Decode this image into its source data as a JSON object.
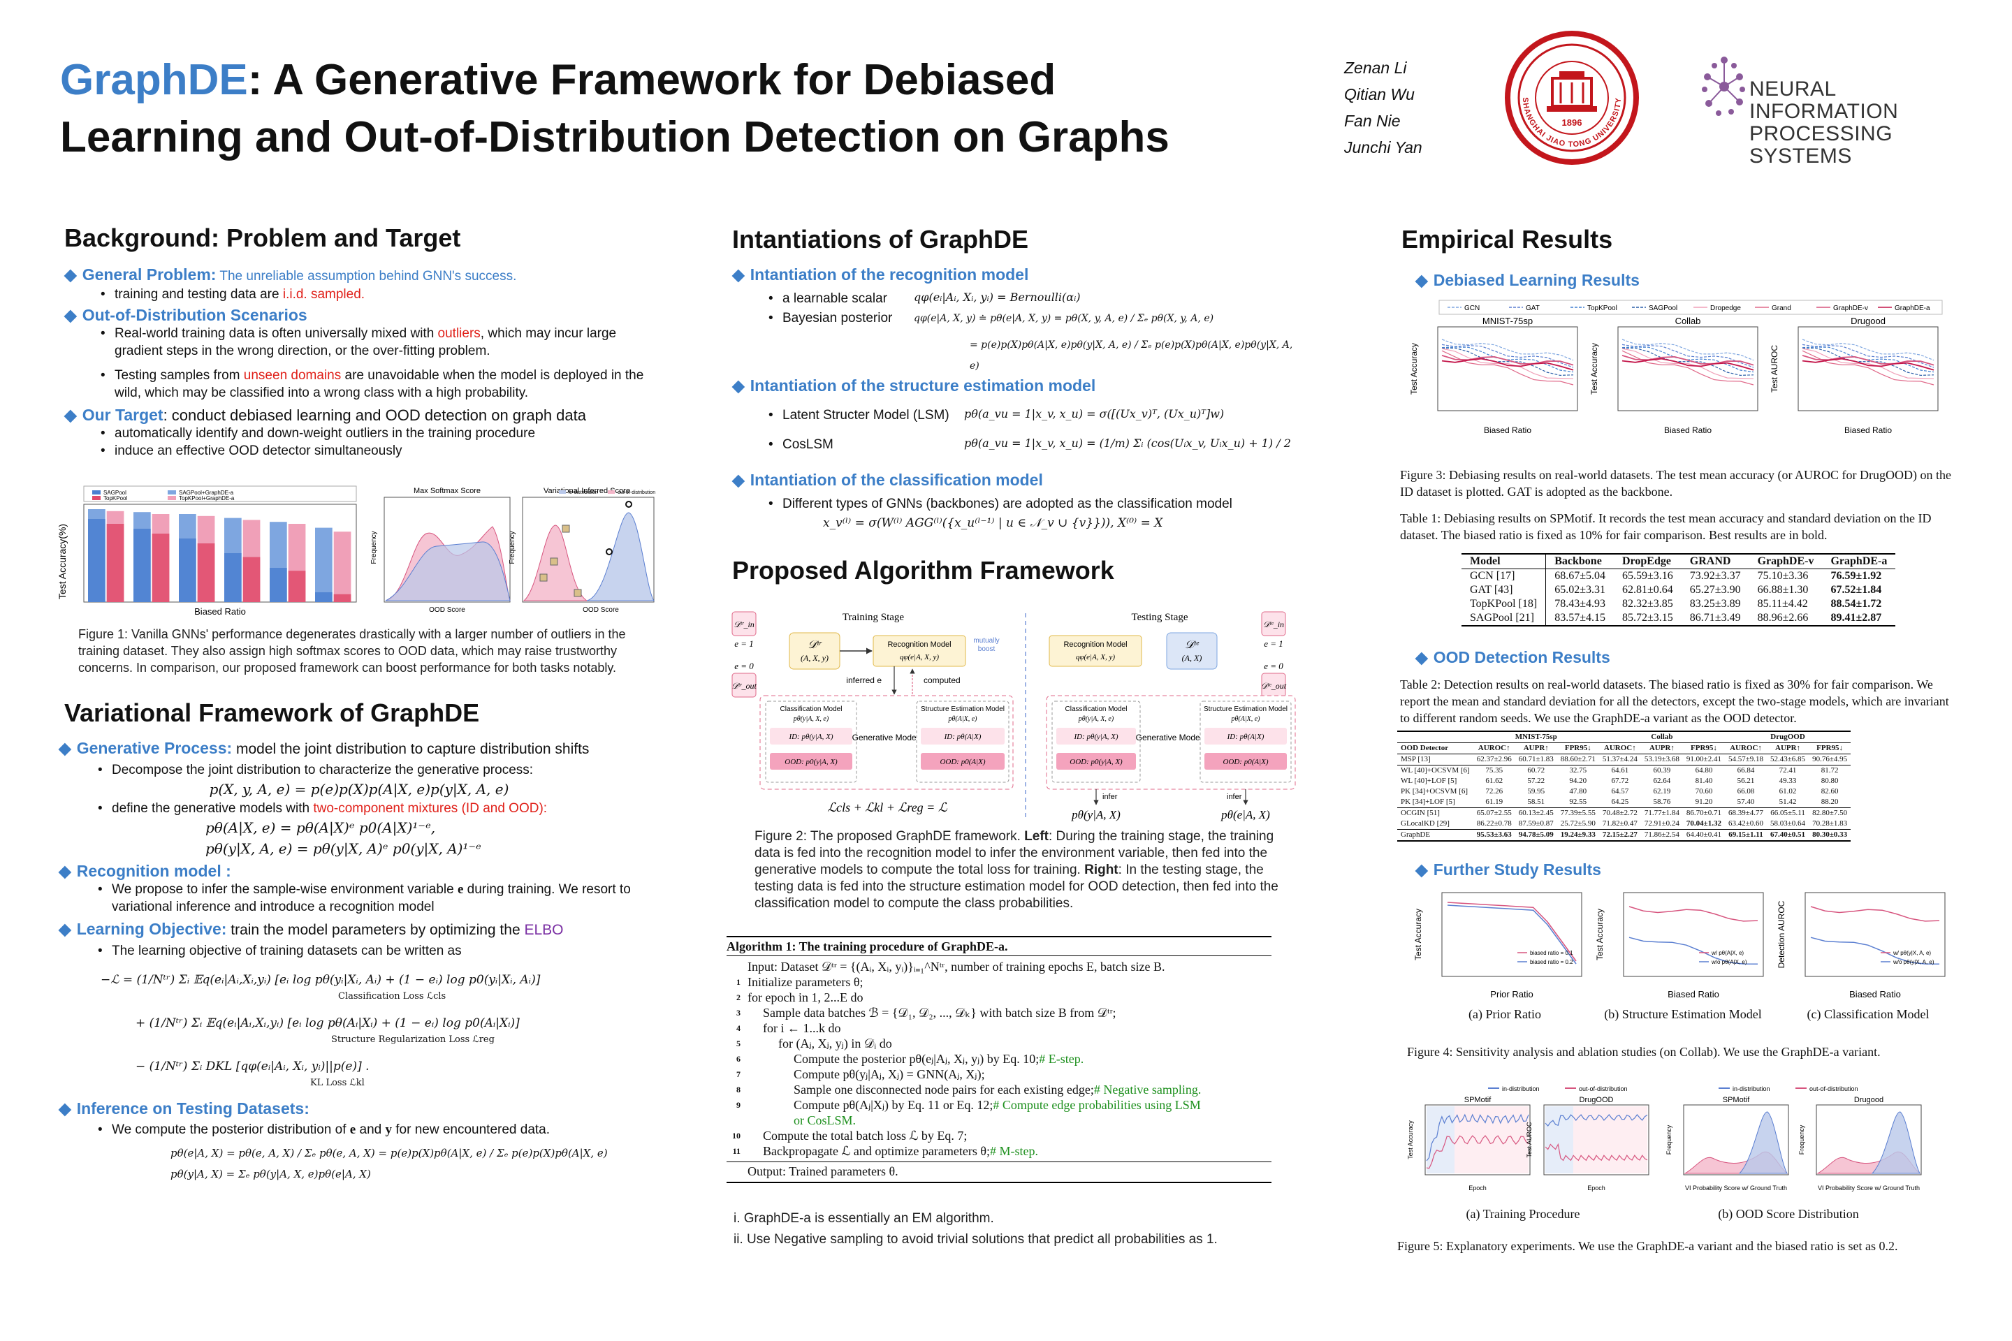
{
  "header": {
    "title_accent": "GraphDE",
    "title_rest": ": A Generative Framework for Debiased",
    "title_line2": "Learning and Out-of-Distribution Detection on Graphs",
    "authors": [
      "Zenan Li",
      "Qitian Wu",
      "Fan Nie",
      "Junchi Yan"
    ],
    "sjtu_text": "SHANGHAI JIAO TONG UNIVERSITY",
    "sjtu_year": "1896",
    "neurips_line1": "NEURAL INFORMATION",
    "neurips_line2": "PROCESSING SYSTEMS"
  },
  "col1": {
    "bg_title": "Background: Problem and Target",
    "gp_label": "General Problem:",
    "gp_text": " The unreliable assumption behind GNN's success.",
    "gp_b1a": "training and testing data are ",
    "gp_b1b": "i.i.d. sampled.",
    "ood_label": "Out-of-Distribution Scenarios",
    "ood_b1a": "Real-world training data is often universally mixed with ",
    "ood_b1b": "outliers",
    "ood_b1c": ", which may incur large gradient steps in the wrong direction, or the over-fitting problem.",
    "ood_b2a": "Testing samples from ",
    "ood_b2b": "unseen domains",
    "ood_b2c": " are unavoidable when the model is deployed in the wild, which may be classified into a wrong class with a high probability.",
    "target_label": "Our Target",
    "target_text": ": conduct debiased learning and OOD detection on graph data",
    "target_b1": "automatically identify and down-weight outliers in the training procedure",
    "target_b2": "induce an effective OOD detector simultaneously",
    "fig1_caption": "Figure 1: Vanilla GNNs' performance degenerates drastically with a larger number of outliers in the training dataset. They also assign high softmax scores to OOD data, which may raise trustworthy concerns. In comparison, our proposed framework can boost performance for both tasks notably.",
    "fig1_ylabel": "Test Accuracy(%)",
    "fig1_xlabel": "Biased Ratio",
    "fig1_mid_title": "Max Softmax Score",
    "fig1_right_title": "Variational Inferred Score",
    "fig1_freq": "Frequency",
    "fig1_ood_mid": "OOD Score",
    "fig1_ood_right": "OOD Score",
    "fig1_legend": [
      "SAGPool",
      "SAGPool+GraphDE-a",
      "TopKPool",
      "TopKPool+GraphDE-a"
    ],
    "fig1_legend2": [
      "in-distribution",
      "out-of-distribution"
    ],
    "vf_title": "Variational Framework of GraphDE",
    "gen_label": "Generative Process:",
    "gen_text": " model the joint distribution to capture distribution shifts",
    "gen_b1": "Decompose the joint distribution to characterize the generative process:",
    "gen_eq1": "p(X, y, A, e) = p(e)p(X)p(A|X, e)p(y|X, A, e)",
    "gen_b2a": "define the generative models with ",
    "gen_b2b": "two-component mixtures (ID and OOD):",
    "gen_eq2": "pθ(A|X, e) = pθ(A|X)ᵉ p0(A|X)¹⁻ᵉ,",
    "gen_eq3": "pθ(y|X, A, e) = pθ(y|X, A)ᵉ p0(y|X, A)¹⁻ᵉ",
    "rec_label": "Recognition model :",
    "rec_b1a": "We propose to infer the sample-wise environment variable ",
    "rec_b1b": "e",
    "rec_b1c": " during training. We resort to variational inference and introduce a recognition model",
    "lo_label": "Learning Objective:",
    "lo_text": " train the model parameters by optimizing the ",
    "lo_elbo": "ELBO",
    "lo_b1": "The learning objective of training datasets can be written as",
    "elbo_1": "−ℒ = (1/Nᵗʳ) Σᵢ 𝔼q(eᵢ|Aᵢ,Xᵢ,yᵢ) [eᵢ log pθ(yᵢ|Xᵢ, Aᵢ) + (1 − eᵢ) log p0(yᵢ|Xᵢ, Aᵢ)]",
    "elbo_1_lbl": "Classification Loss ℒcls",
    "elbo_2": "+ (1/Nᵗʳ) Σᵢ 𝔼q(eᵢ|Aᵢ,Xᵢ,yᵢ) [eᵢ log pθ(Aᵢ|Xᵢ) + (1 − eᵢ) log p0(Aᵢ|Xᵢ)]",
    "elbo_2_lbl": "Structure Regularization Loss ℒreg",
    "elbo_3": "− (1/Nᵗʳ) Σᵢ DKL [qφ(eᵢ|Aᵢ, Xᵢ, yᵢ)||p(e)] .",
    "elbo_3_lbl": "KL Loss ℒkl",
    "inf_label": "Inference on Testing Datasets:",
    "inf_b1a": "We compute the posterior distribution of ",
    "inf_b1b": "e",
    "inf_b1c": " and ",
    "inf_b1d": "y",
    "inf_b1e": " for new encountered data.",
    "inf_eq1": "pθ(e|A, X) = pθ(e, A, X) / Σₑ pθ(e, A, X) = p(e)p(X)pθ(A|X, e) / Σₑ p(e)p(X)pθ(A|X, e)",
    "inf_eq2": "pθ(y|A, X) = Σₑ pθ(y|A, X, e)pθ(e|A, X)"
  },
  "col2": {
    "inst_title": "Intantiations of GraphDE",
    "rec_label": "Intantiation of the recognition model",
    "rec_b1": "a learnable scalar",
    "rec_b1_eq": "qφ(eᵢ|Aᵢ, Xᵢ, yᵢ) = Bernoulli(αᵢ)",
    "rec_b2": "Bayesian posterior",
    "rec_b2_eq": "qφ(e|A, X, y) ≐ pθ(e|A, X, y) = pθ(X, y, A, e) / Σₑ pθ(X, y, A, e)",
    "rec_b2_eq2": "= p(e)p(X)pθ(A|X, e)pθ(y|X, A, e) / Σₑ p(e)p(X)pθ(A|X, e)pθ(y|X, A, e)",
    "str_label": "Intantiation of the structure estimation model",
    "str_b1": "Latent Structer Model (LSM)",
    "str_b1_eq": "pθ(a_vu = 1|x_v, x_u) = σ([(Ux_v)ᵀ, (Ux_u)ᵀ]w)",
    "str_b2": "CosLSM",
    "str_b2_eq": "pθ(a_vu = 1|x_v, x_u) = (1/m) Σᵢ (cos(Uᵢx_v, Uᵢx_u) + 1) / 2",
    "cls_label": "Intantiation of the classification model",
    "cls_b1": "Different types of GNNs (backbones) are adopted as the classification model",
    "cls_eq": "x_v⁽ˡ⁾ = σ(W⁽ˡ⁾ AGG⁽ˡ⁾({x_u⁽ˡ⁻¹⁾ | u ∈ 𝒩_v ∪ {v}})),  X⁽⁰⁾ = X",
    "alg_title": "Proposed Algorithm Framework",
    "fig2": {
      "training_stage": "Training Stage",
      "testing_stage": "Testing Stage",
      "d_tr": "𝒟ᵗʳ",
      "d_tr_sub": "(A, X, y)",
      "d_te": "𝒟ᵗᵉ",
      "d_te_sub": "(A, X)",
      "d_in_tr": "𝒟ᵗʳ_in",
      "d_out_tr": "𝒟ᵗʳ_out",
      "d_in_te": "𝒟ᵗᵉ_in",
      "d_out_te": "𝒟ᵗᵉ_out",
      "e1": "e = 1",
      "e0": "e = 0",
      "rec_model": "Recognition Model",
      "rec_model_tr": "qφ(e|A, X, y)",
      "rec_model_te": "qφ(e|A, X, y)",
      "mutually": "mutually",
      "boost": "boost",
      "inferred_e": "inferred e",
      "computed": "computed",
      "cls_model": "Classification Model",
      "cls_model_f": "pθ(y|A, X, e)",
      "str_model": "Structure Estimation Model",
      "str_model_f": "pθ(A|X, e)",
      "id_cls": "ID: pθ(y|A, X)",
      "ood_cls": "OOD: p0(y|A, X)",
      "id_str": "ID: pθ(A|X)",
      "ood_str": "OOD: p0(A|X)",
      "gen_models": "Generative Models",
      "loss_line": "ℒcls  +  ℒkl  +  ℒreg  =  ℒ",
      "infer": "infer",
      "out_left": "pθ(y|A, X)",
      "out_right": "pθ(e|A, X)"
    },
    "fig2_caption_label": "Figure 2: The proposed GraphDE framework. ",
    "fig2_left": "Left",
    "fig2_cap_a": ": During the training stage, the training data is fed into the recognition model to infer the environment variable, then fed into the generative models to compute the total loss for training. ",
    "fig2_right": "Right",
    "fig2_cap_b": ": In the testing stage, the testing data is fed into the structure estimation model for OOD detection, then fed into the classification model to compute the class probabilities.",
    "algo": {
      "title": "Algorithm 1: The training procedure of GraphDE-a.",
      "input": "Input: Dataset 𝒟ᵗʳ = {(Aᵢ, Xᵢ, yᵢ)}ᵢ₌₁^Nᵗʳ, number of training epochs E, batch size B.",
      "lines": [
        {
          "n": "1",
          "indent": 0,
          "text": "Initialize parameters θ;"
        },
        {
          "n": "2",
          "indent": 0,
          "text": "for epoch in 1, 2...E do"
        },
        {
          "n": "3",
          "indent": 1,
          "text": "Sample data batches ℬ = {𝒟₁, 𝒟₂, ..., 𝒟ₖ} with batch size B from 𝒟ᵗʳ;"
        },
        {
          "n": "4",
          "indent": 1,
          "text": "for i ← 1...k do"
        },
        {
          "n": "5",
          "indent": 2,
          "text": "for (Aⱼ, Xⱼ, yⱼ) in 𝒟ᵢ do"
        },
        {
          "n": "6",
          "indent": 3,
          "text": "Compute the posterior pθ(eⱼ|Aⱼ, Xⱼ, yⱼ) by Eq. 10;",
          "comment": "# E-step."
        },
        {
          "n": "7",
          "indent": 3,
          "text": "Compute pθ(yⱼ|Aⱼ, Xⱼ) = GNN(Aⱼ, Xⱼ);"
        },
        {
          "n": "8",
          "indent": 3,
          "text": "Sample one disconnected node pairs for each existing edge;",
          "comment": "# Negative sampling."
        },
        {
          "n": "9",
          "indent": 3,
          "text": "Compute pθ(Aⱼ|Xⱼ) by Eq. 11 or Eq. 12;",
          "comment": "# Compute edge probabilities using LSM"
        },
        {
          "n": "",
          "indent": 3,
          "text": "",
          "comment": "or CosLSM."
        },
        {
          "n": "10",
          "indent": 1,
          "text": "Compute the total batch loss ℒ by Eq. 7;"
        },
        {
          "n": "11",
          "indent": 1,
          "text": "Backpropagate ℒ and optimize parameters θ;",
          "comment": "# M-step."
        }
      ],
      "output": "Output: Trained parameters θ."
    },
    "note1": "i. GraphDE-a is essentially an EM algorithm.",
    "note2": "ii. Use Negative sampling to avoid trivial solutions that predict all probabilities as 1."
  },
  "col3": {
    "emp_title": "Empirical Results",
    "deb_label": "Debiased Learning Results",
    "fig3_legend": [
      "GCN",
      "GAT",
      "TopKPool",
      "SAGPool",
      "Dropedge",
      "Grand",
      "GraphDE-v",
      "GraphDE-a"
    ],
    "fig3_titles": [
      "MNIST-75sp",
      "Collab",
      "Drugood"
    ],
    "fig3_ylabels": [
      "Test Accuracy",
      "Test Accuracy",
      "Test AUROC"
    ],
    "fig3_xlabel": "Biased Ratio",
    "fig3_caption": "Figure 3: Debiasing results on real-world datasets. The test mean accuracy (or AUROC for DrugOOD) on the ID dataset is plotted. GAT is adopted as the backbone.",
    "tab1_caption": "Table 1: Debiasing results on SPMotif. It records the test mean accuracy and standard deviation on the ID dataset. The biased ratio is fixed as 10% for fair comparison. Best results are in bold.",
    "tab1_head": [
      "Model",
      "Backbone",
      "DropEdge",
      "GRAND",
      "GraphDE-v",
      "GraphDE-a"
    ],
    "tab1_rows": [
      [
        "GCN [17]",
        "68.67±5.04",
        "65.59±3.16",
        "73.92±3.37",
        "75.10±3.36",
        "76.59±1.92"
      ],
      [
        "GAT [43]",
        "65.02±3.31",
        "62.81±0.64",
        "65.27±3.90",
        "66.88±1.30",
        "67.52±1.84"
      ],
      [
        "TopKPool [18]",
        "78.43±4.93",
        "82.32±3.85",
        "83.25±3.89",
        "85.11±4.42",
        "88.54±1.72"
      ],
      [
        "SAGPool [21]",
        "83.57±4.15",
        "85.72±3.15",
        "86.71±3.49",
        "88.96±2.66",
        "89.41±2.87"
      ]
    ],
    "ood_label": "OOD Detection Results",
    "tab2_caption": "Table 2: Detection results on real-world datasets. The biased ratio is fixed as 30% for fair comparison. We report the mean and standard deviation for all the detectors, except the two-stage models, which are invariant to different random seeds. We use the GraphDE-a variant as the OOD detector.",
    "tab2_groups": [
      "MNIST-75sp",
      "Collab",
      "DrugOOD"
    ],
    "tab2_head": [
      "OOD Detector",
      "AUROC↑",
      "AUPR↑",
      "FPR95↓",
      "AUROC↑",
      "AUPR↑",
      "FPR95↓",
      "AUROC↑",
      "AUPR↑",
      "FPR95↓"
    ],
    "tab2_rows": [
      [
        "MSP [13]",
        "62.37±2.96",
        "60.71±1.83",
        "88.60±2.71",
        "51.37±4.24",
        "53.19±3.68",
        "91.00±2.41",
        "54.57±9.18",
        "52.43±6.85",
        "90.76±4.95"
      ],
      [
        "WL [40]+OCSVM [6]",
        "75.35",
        "60.72",
        "32.75",
        "64.61",
        "60.39",
        "64.80",
        "66.84",
        "72.41",
        "81.72"
      ],
      [
        "WL [40]+LOF [5]",
        "61.62",
        "57.22",
        "94.20",
        "67.72",
        "62.64",
        "81.40",
        "56.21",
        "49.33",
        "80.80"
      ],
      [
        "PK [34]+OCSVM [6]",
        "72.26",
        "59.95",
        "47.80",
        "64.57",
        "62.19",
        "70.60",
        "66.08",
        "61.02",
        "82.60"
      ],
      [
        "PK [34]+LOF [5]",
        "61.19",
        "58.51",
        "92.55",
        "64.25",
        "58.76",
        "91.20",
        "57.40",
        "51.42",
        "88.20"
      ],
      [
        "OCGIN [51]",
        "65.07±2.55",
        "60.13±2.45",
        "77.39±5.55",
        "70.48±2.72",
        "71.77±1.84",
        "86.70±0.71",
        "68.39±4.77",
        "66.05±5.11",
        "82.80±7.50"
      ],
      [
        "GLocalKD [29]",
        "86.22±0.78",
        "87.59±0.87",
        "25.72±5.90",
        "71.82±0.47",
        "72.91±0.24",
        "70.04±1.32",
        "63.42±0.60",
        "58.03±0.64",
        "70.28±1.83"
      ],
      [
        "GraphDE",
        "95.53±3.63",
        "94.78±5.09",
        "19.24±9.33",
        "72.15±2.27",
        "71.86±2.54",
        "64.40±0.41",
        "69.15±1.11",
        "67.40±0.51",
        "80.30±0.33"
      ]
    ],
    "fs_label": "Further Study Results",
    "fig4_ylabels": [
      "Test Accuracy",
      "Test Accuracy",
      "Detection AUROC"
    ],
    "fig4_xlabels": [
      "Prior Ratio",
      "Biased Ratio",
      "Biased Ratio"
    ],
    "fig4_subcaps": [
      "(a) Prior Ratio",
      "(b) Structure Estimation Model",
      "(c) Classification Model"
    ],
    "fig4_legend_a": [
      "biased ratio = 0.1",
      "biased ratio = 0.2"
    ],
    "fig4_legend_b": [
      "w/ pθ(A|X, e)",
      "w/o pθ(A|X, e)"
    ],
    "fig4_legend_c": [
      "w/ pθ(y|X, A, e)",
      "w/o pθ(y|X, A, e)"
    ],
    "fig4_caption": "Figure 4: Sensitivity analysis and ablation studies (on Collab). We use the GraphDE-a variant.",
    "fig5_legend": [
      "in-distribution",
      "out-of-distribution"
    ],
    "fig5_titles": [
      "SPMotif",
      "DrugOOD",
      "SPMotif",
      "Drugood"
    ],
    "fig5_ylabels": [
      "Test Accuracy",
      "Test AUROC",
      "Frequency",
      "Frequency"
    ],
    "fig5_xlabels": [
      "Epoch",
      "Epoch",
      "VI Probability Score w/ Ground Truth",
      "VI Probability Score w/ Ground Truth"
    ],
    "fig5_subcaps": [
      "(a) Training Procedure",
      "(b) OOD Score Distribution"
    ],
    "fig5_caption": "Figure 5: Explanatory experiments. We use the GraphDE-a variant and the biased ratio is set as 0.2."
  },
  "colors": {
    "accent": "#3c7ec7",
    "red": "#e0211a",
    "purple": "#7a2fa3",
    "sjtu_red": "#c3161c",
    "neurips_purple": "#8a5a9a",
    "pink": "#e0608a",
    "blue_plot": "#3f7fd0"
  }
}
